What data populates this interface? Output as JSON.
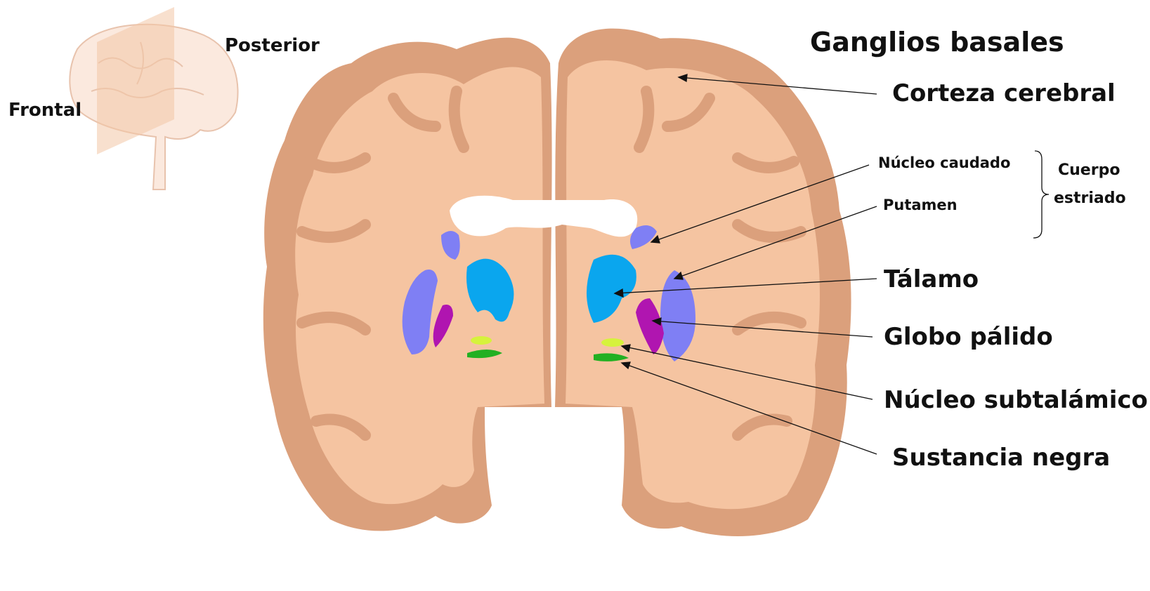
{
  "title": "Ganglios basales",
  "orientation": {
    "frontal": "Frontal",
    "posterior": "Posterior"
  },
  "labels": {
    "corteza": "Corteza cerebral",
    "caudado": "Núcleo caudado",
    "putamen": "Putamen",
    "cuerpo_estriado": [
      "Cuerpo",
      "estriado"
    ],
    "talamo": "Tálamo",
    "globo": "Globo pálido",
    "subtalamico": "Núcleo subtalámico",
    "sustancia": "Sustancia negra"
  },
  "colors": {
    "gray_matter": "#dba07c",
    "white_matter": "#f5c4a1",
    "caudate_putamen": "#7f7ff4",
    "thalamus": "#0aa6ee",
    "globus_pallidus": "#b015b0",
    "subthalamic": "#d6f23c",
    "substantia_nigra": "#22b022"
  }
}
